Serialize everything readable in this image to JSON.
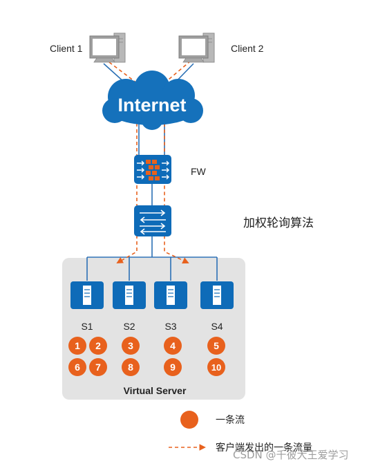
{
  "clients": [
    {
      "label": "Client 1"
    },
    {
      "label": "Client 2"
    }
  ],
  "internet": {
    "label": "Internet"
  },
  "firewall": {
    "label": "FW"
  },
  "algorithm": {
    "label": "加权轮询算法"
  },
  "virtual_server": {
    "label": "Virtual Server",
    "servers": [
      {
        "label": "S1",
        "flows": [
          "1",
          "2",
          "6",
          "7"
        ]
      },
      {
        "label": "S2",
        "flows": [
          "3",
          "8"
        ]
      },
      {
        "label": "S3",
        "flows": [
          "4",
          "9"
        ]
      },
      {
        "label": "S4",
        "flows": [
          "5",
          "10"
        ]
      }
    ]
  },
  "legend": {
    "flow_label": "一条流",
    "traffic_label": "客户端发出的一条流量"
  },
  "watermark": {
    "text": "CSDN @千彼大王爱学习"
  },
  "colors": {
    "device_blue": "#0e6bb8",
    "cloud_blue": "#1571bb",
    "link_blue": "#2a6fb4",
    "flow_orange": "#e8611d",
    "panel_grey": "#e3e3e3"
  }
}
